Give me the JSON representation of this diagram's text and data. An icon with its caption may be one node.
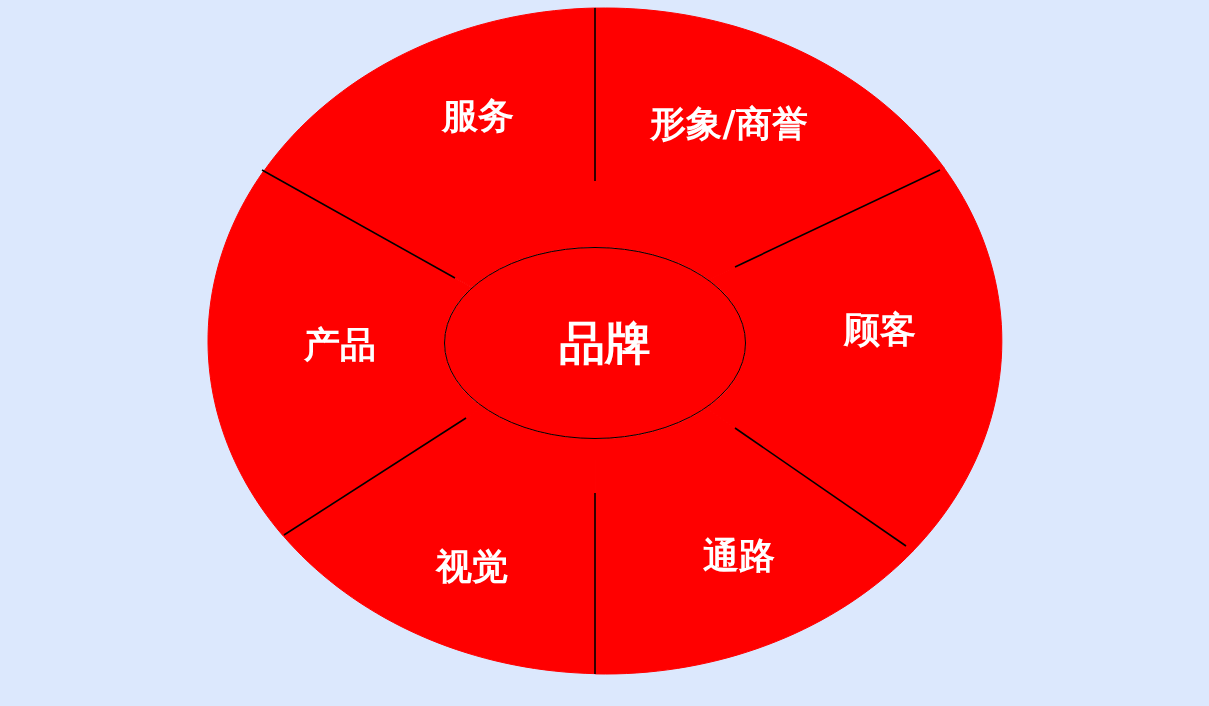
{
  "diagram": {
    "nodes": [
      {
        "text": [
          "服务"
        ]
      },
      {
        "text": [
          "形象/商誉"
        ]
      },
      {
        "text": [
          "产品"
        ]
      },
      {
        "text": [
          "品牌"
        ]
      },
      {
        "text": [
          "顾客"
        ]
      },
      {
        "text": [
          "视觉"
        ]
      },
      {
        "text": [
          "通路"
        ]
      }
    ]
  }
}
